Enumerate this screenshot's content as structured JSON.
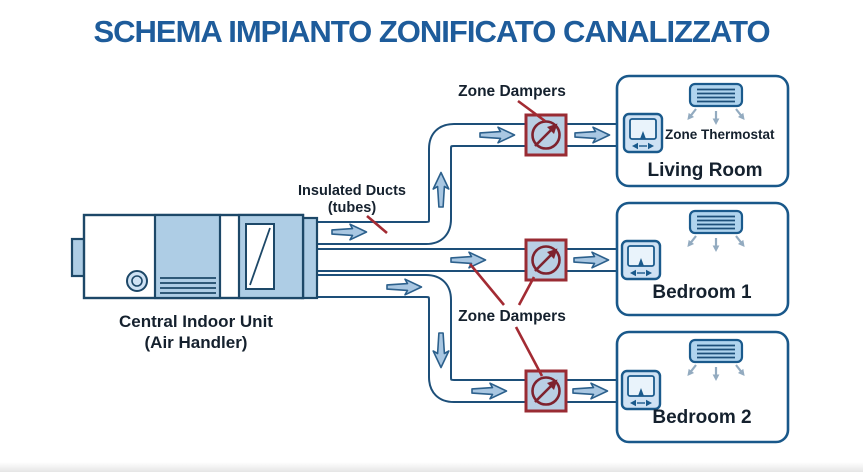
{
  "title": "SCHEMA IMPIANTO ZONIFICATO CANALIZZATO",
  "unit": {
    "label_line1": "Central Indoor Unit",
    "label_line2": "(Air Handler)"
  },
  "duct_label": {
    "line1": "Insulated Ducts",
    "line2": "(tubes)"
  },
  "damper_label_top": "Zone Dampers",
  "damper_label_middle": "Zone Dampers",
  "thermostat_label": "Zone Thermostat",
  "rooms": [
    {
      "name": "Living Room"
    },
    {
      "name": "Bedroom 1"
    },
    {
      "name": "Bedroom 2"
    }
  ],
  "colors": {
    "title": "#1e5c9b",
    "duct_stroke": "#1d4f79",
    "arrow_fill": "#a9c7e2",
    "arrow_stroke": "#2c608c",
    "unit_fill": "#aecde5",
    "unit_stroke": "#1d4868",
    "damper_fill": "#b9cfe4",
    "damper_border": "#992b33",
    "damper_symbol": "#7e222e",
    "leader_red": "#a32b33",
    "label_text": "#15212e",
    "room_stroke": "#19588a",
    "thermo_fill": "#cfe2f4",
    "thermo_stroke": "#1a5a8c",
    "diffuser_fill": "#b0d4ee",
    "vent_arrow": "#93abc0"
  }
}
